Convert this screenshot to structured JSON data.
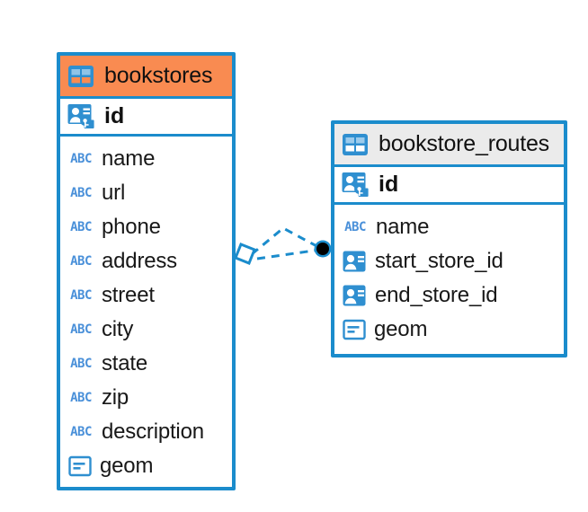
{
  "diagram": {
    "kind": "entity-relationship-diagram",
    "background": "#ffffff",
    "accent_color": "#1b8ccc",
    "highlight_color": "#f98b51",
    "muted_header_color": "#ebebeb"
  },
  "entities": [
    {
      "name": "bookstores",
      "header_style": "accent",
      "header_icon": "table-icon",
      "primary_key": {
        "label": "id",
        "icon": "primary-key-icon"
      },
      "fields": [
        {
          "label": "name",
          "icon": "abc-icon"
        },
        {
          "label": "url",
          "icon": "abc-icon"
        },
        {
          "label": "phone",
          "icon": "abc-icon"
        },
        {
          "label": "address",
          "icon": "abc-icon"
        },
        {
          "label": "street",
          "icon": "abc-icon"
        },
        {
          "label": "city",
          "icon": "abc-icon"
        },
        {
          "label": "state",
          "icon": "abc-icon"
        },
        {
          "label": "zip",
          "icon": "abc-icon"
        },
        {
          "label": "description",
          "icon": "abc-icon"
        },
        {
          "label": "geom",
          "icon": "geometry-icon"
        }
      ]
    },
    {
      "name": "bookstore_routes",
      "header_style": "muted",
      "header_icon": "table-icon",
      "primary_key": {
        "label": "id",
        "icon": "primary-key-icon"
      },
      "fields": [
        {
          "label": "name",
          "icon": "abc-icon"
        },
        {
          "label": "start_store_id",
          "icon": "foreign-key-icon"
        },
        {
          "label": "end_store_id",
          "icon": "foreign-key-icon"
        },
        {
          "label": "geom",
          "icon": "geometry-icon"
        }
      ]
    }
  ],
  "relationship": {
    "from_entity": "bookstores",
    "to_entity": "bookstore_routes",
    "line_style": "dashed",
    "line_color": "#1b8ccc",
    "source_marker": "diamond-marker",
    "target_marker": "filled-circle-marker",
    "target_marker_fill": "#000000"
  },
  "icon_glyphs": {
    "abc_text": "ABC"
  }
}
